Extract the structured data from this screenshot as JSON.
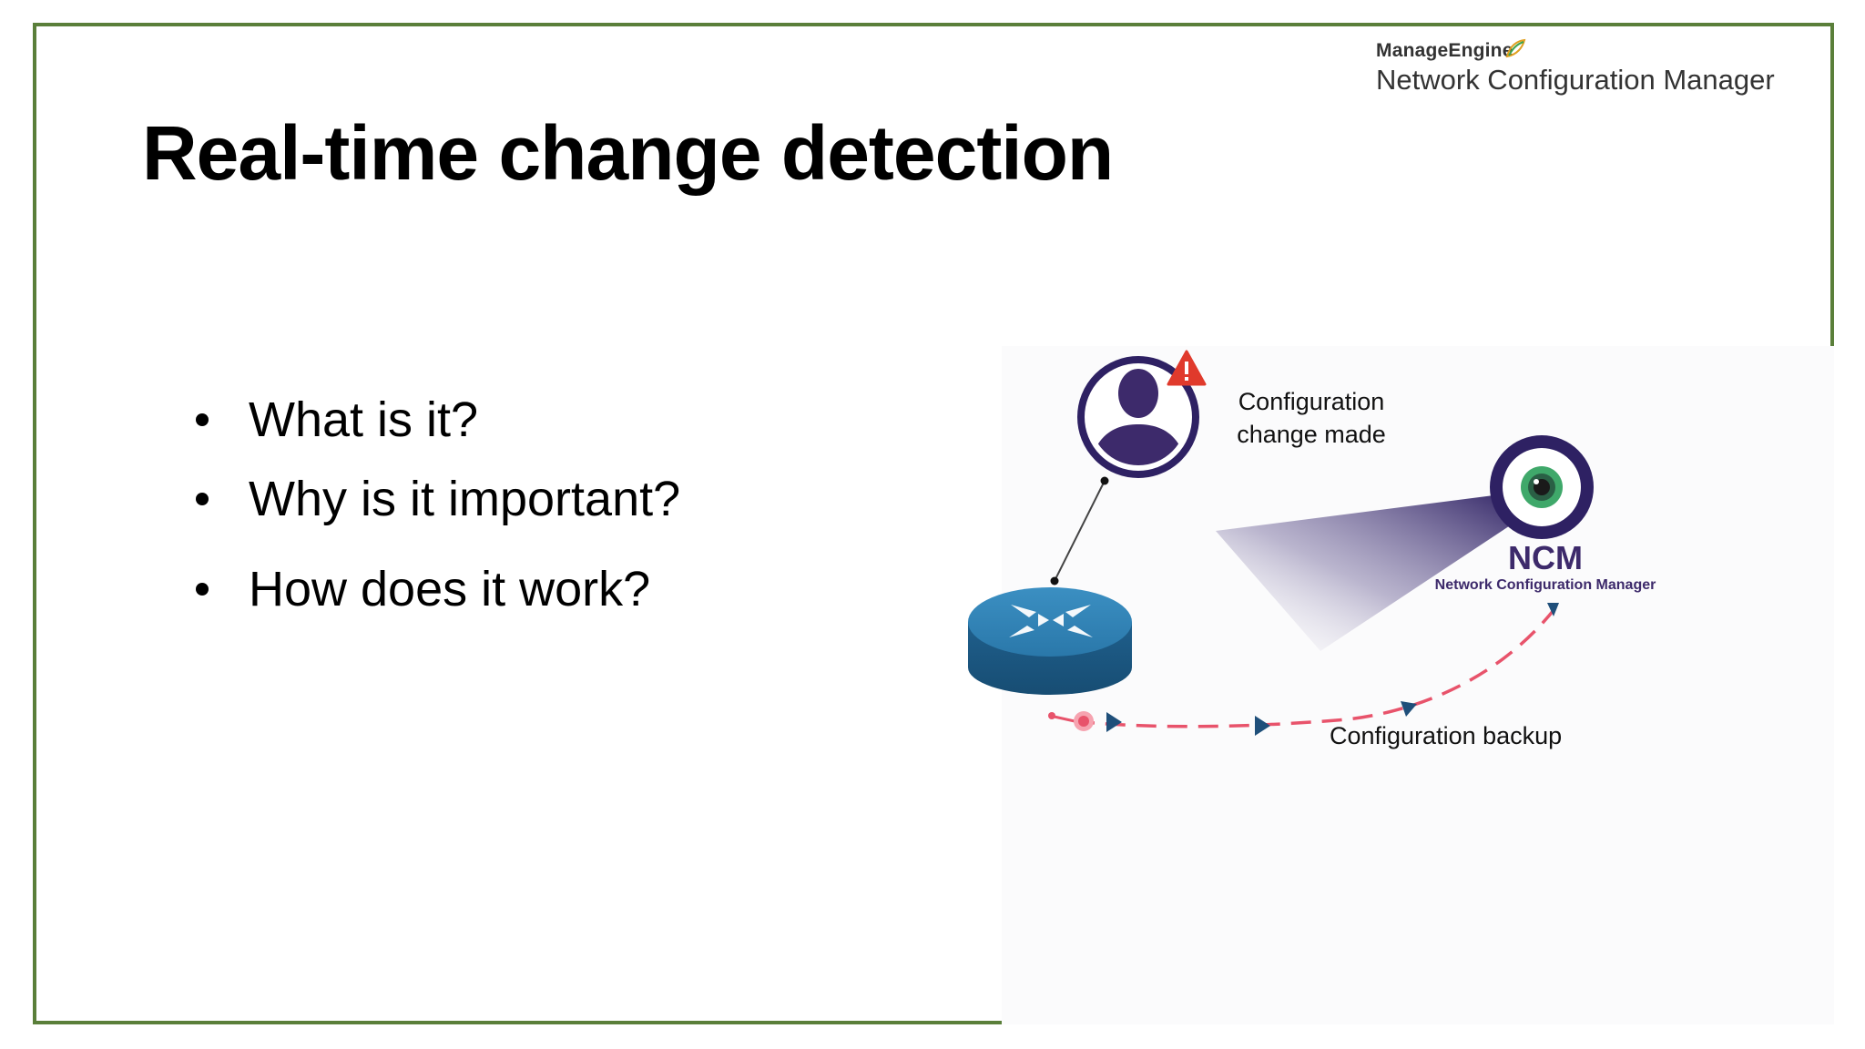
{
  "brand": {
    "company": "ManageEngine",
    "product": "Network Configuration Manager"
  },
  "slide": {
    "title": "Real-time change detection",
    "bullets": [
      "What is it?",
      "Why is it important?",
      "How does it work?"
    ]
  },
  "diagram": {
    "user_label_line1": "Configuration",
    "user_label_line2": "change made",
    "ncm_abbrev": "NCM",
    "ncm_name": "Network Configuration Manager",
    "backup_label": "Configuration backup"
  },
  "colors": {
    "border": "#5a7f3a",
    "accent_purple": "#3d2a6b",
    "router_blue": "#2b6f9a",
    "alert_red": "#e03a2c",
    "backup_line": "#e8536b",
    "eye_green": "#3fa86a"
  },
  "icons": {
    "user": "user-avatar-icon",
    "alert": "warning-triangle-icon",
    "router": "router-icon",
    "ncm": "eye-monitor-icon",
    "brand_leaf": "leaf-logo-icon"
  }
}
